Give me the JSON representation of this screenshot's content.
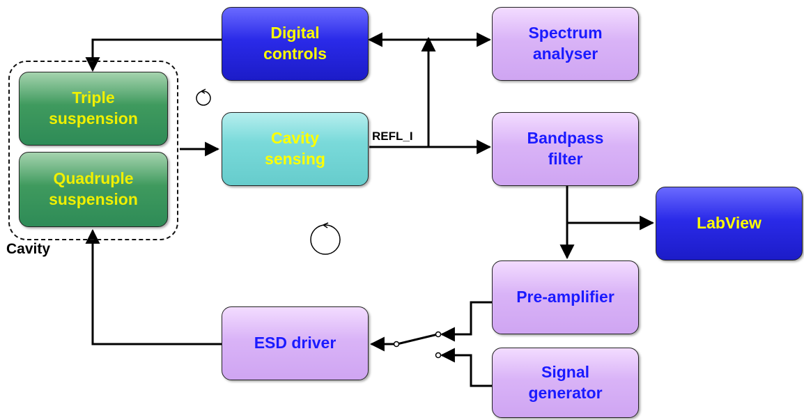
{
  "blocks": {
    "triple": "Triple\nsuspension",
    "quadruple": "Quadruple\nsuspension",
    "digital_controls": "Digital\ncontrols",
    "cavity_sensing": "Cavity\nsensing",
    "spectrum_analyser": "Spectrum\nanalyser",
    "bandpass_filter": "Bandpass\nfilter",
    "labview": "LabView",
    "pre_amplifier": "Pre-amplifier",
    "signal_generator": "Signal\ngenerator",
    "esd_driver": "ESD driver"
  },
  "labels": {
    "cavity": "Cavity",
    "refl_i": "REFL_I"
  },
  "colors": {
    "suspension": "#2e8b57",
    "sensing": "#66cccc",
    "digital": "#1c1cc8",
    "instrument": "#cfa5f2",
    "box_text_yellow": "#ffff00",
    "box_text_blue": "#1a1aff"
  }
}
